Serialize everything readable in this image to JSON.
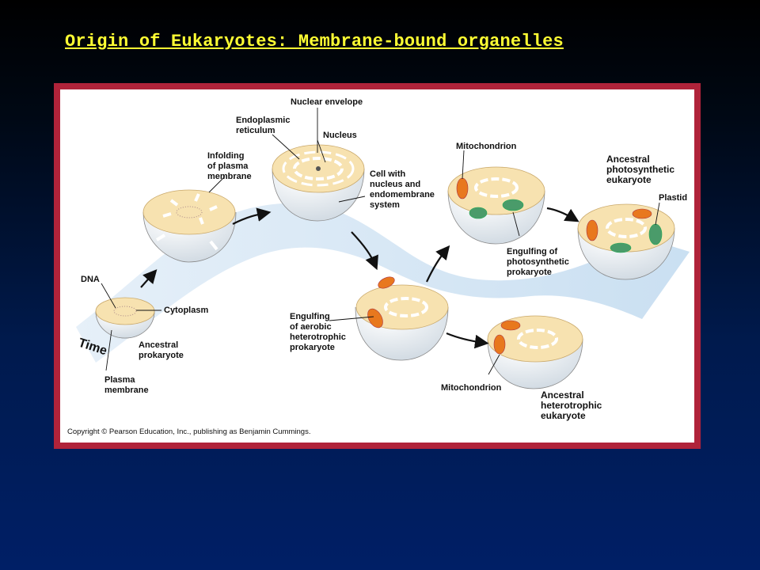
{
  "slide": {
    "title": "Origin of Eukaryotes: Membrane-bound organelles"
  },
  "figure": {
    "labels": {
      "dna": "DNA",
      "cytoplasm": "Cytoplasm",
      "ancestral_prokaryote_1": "Ancestral",
      "ancestral_prokaryote_2": "prokaryote",
      "plasma_membrane_1": "Plasma",
      "plasma_membrane_2": "membrane",
      "infolding_1": "Infolding",
      "infolding_2": "of plasma",
      "infolding_3": "membrane",
      "er_1": "Endoplasmic",
      "er_2": "reticulum",
      "nuclear_envelope": "Nuclear envelope",
      "nucleus": "Nucleus",
      "cell_nucleus_1": "Cell with",
      "cell_nucleus_2": "nucleus and",
      "cell_nucleus_3": "endomembrane",
      "cell_nucleus_4": "system",
      "engulf_aerobic_1": "Engulfing",
      "engulf_aerobic_2": "of aerobic",
      "engulf_aerobic_3": "heterotrophic",
      "engulf_aerobic_4": "prokaryote",
      "mitochondrion_top": "Mitochondrion",
      "mitochondrion_bottom": "Mitochondrion",
      "engulf_photo_1": "Engulfing of",
      "engulf_photo_2": "photosynthetic",
      "engulf_photo_3": "prokaryote",
      "anc_photo_1": "Ancestral",
      "anc_photo_2": "photosynthetic",
      "anc_photo_3": "eukaryote",
      "plastid": "Plastid",
      "anc_hetero_1": "Ancestral",
      "anc_hetero_2": "heterotrophic",
      "anc_hetero_3": "eukaryote",
      "time": "Time"
    },
    "copyright": "Copyright © Pearson Education, Inc., publishing as Benjamin Cummings."
  },
  "colors": {
    "title": "#ffff33",
    "frame": "#b0233a",
    "cell_top": "#f7e2b0",
    "cell_side": "#e6edf3",
    "mitochondrion": "#e8781e",
    "plastid": "#4a9b6a",
    "time_band": "#cfe3f3"
  }
}
